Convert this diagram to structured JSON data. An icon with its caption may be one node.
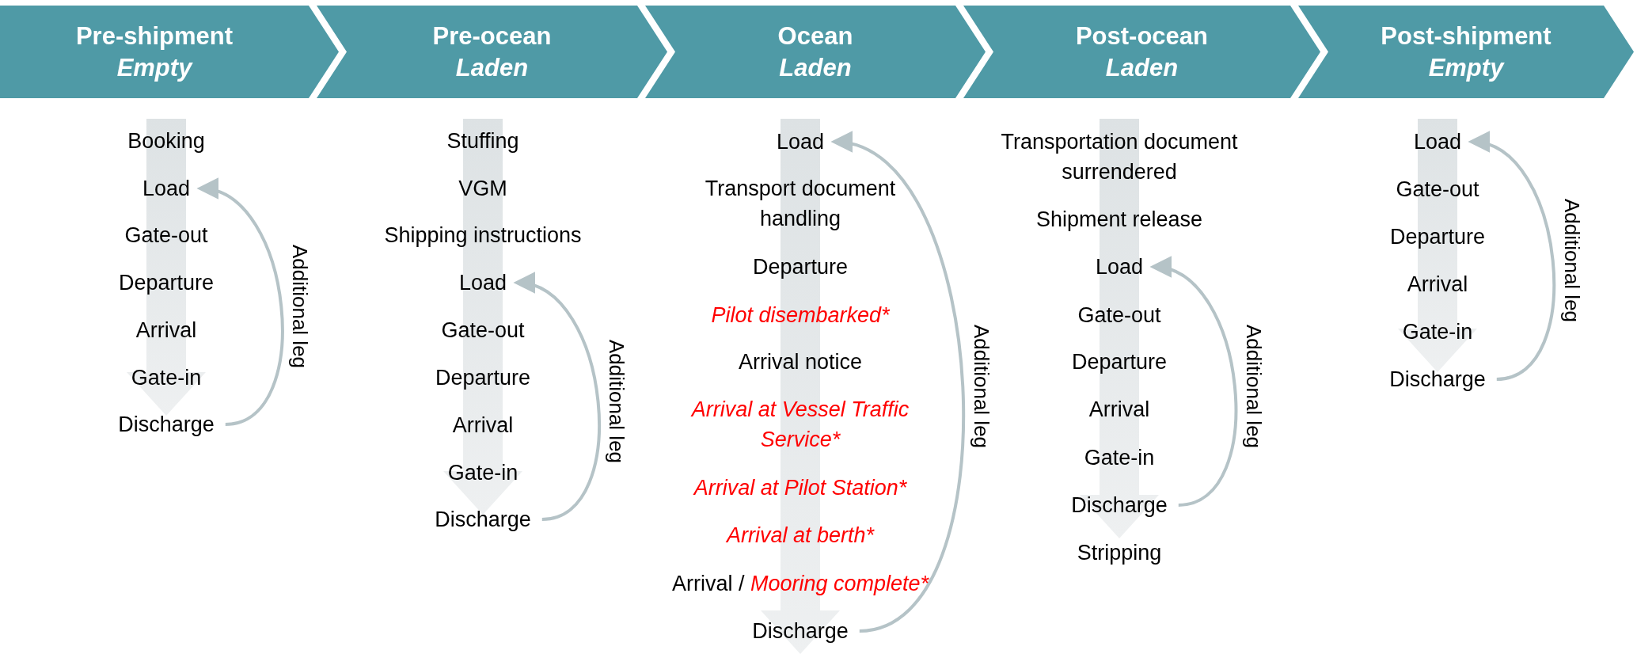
{
  "diagram": {
    "nodes": [
      {
        "text": [
          "Pre-shipment",
          "Empty"
        ]
      },
      {
        "text": [
          "Pre-ocean",
          "Laden"
        ]
      },
      {
        "text": [
          "Ocean",
          "Laden"
        ]
      },
      {
        "text": [
          "Post-ocean",
          "Laden"
        ]
      },
      {
        "text": [
          "Post-shipment",
          "Empty"
        ]
      },
      {
        "text": [
          "Booking"
        ]
      },
      {
        "text": [
          "Load"
        ]
      },
      {
        "text": [
          "Gate-out"
        ]
      },
      {
        "text": [
          "Departure"
        ]
      },
      {
        "text": [
          "Arrival"
        ]
      },
      {
        "text": [
          "Gate-in"
        ]
      },
      {
        "text": [
          "Discharge"
        ]
      },
      {
        "text": [
          "Stuffing"
        ]
      },
      {
        "text": [
          "VGM"
        ]
      },
      {
        "text": [
          "Shipping instructions"
        ]
      },
      {
        "text": [
          "Load"
        ]
      },
      {
        "text": [
          "Gate-out"
        ]
      },
      {
        "text": [
          "Departure"
        ]
      },
      {
        "text": [
          "Arrival"
        ]
      },
      {
        "text": [
          "Gate-in"
        ]
      },
      {
        "text": [
          "Discharge"
        ]
      },
      {
        "text": [
          "Load"
        ]
      },
      {
        "text": [
          "Transport document handling"
        ]
      },
      {
        "text": [
          "Departure"
        ]
      },
      {
        "text": [
          "Pilot disembarked*"
        ]
      },
      {
        "text": [
          "Arrival notice"
        ]
      },
      {
        "text": [
          "Arrival at Vessel Traffic Service*"
        ]
      },
      {
        "text": [
          "Arrival at Pilot Station*"
        ]
      },
      {
        "text": [
          "Arrival at berth*"
        ]
      },
      {
        "text": [
          "Arrival /",
          "Mooring complete*"
        ]
      },
      {
        "text": [
          "Discharge"
        ]
      },
      {
        "text": [
          "Transportation document surrendered"
        ]
      },
      {
        "text": [
          "Shipment release"
        ]
      },
      {
        "text": [
          "Load"
        ]
      },
      {
        "text": [
          "Gate-out"
        ]
      },
      {
        "text": [
          "Departure"
        ]
      },
      {
        "text": [
          "Arrival"
        ]
      },
      {
        "text": [
          "Gate-in"
        ]
      },
      {
        "text": [
          "Discharge"
        ]
      },
      {
        "text": [
          "Stripping"
        ]
      },
      {
        "text": [
          "Load"
        ]
      },
      {
        "text": [
          "Gate-out"
        ]
      },
      {
        "text": [
          "Departure"
        ]
      },
      {
        "text": [
          "Arrival"
        ]
      },
      {
        "text": [
          "Gate-in"
        ]
      },
      {
        "text": [
          "Discharge"
        ]
      }
    ],
    "edges": [
      {
        "from": 11,
        "to": 6,
        "arrow": "to",
        "label": "Additional leg"
      },
      {
        "from": 20,
        "to": 15,
        "arrow": "to",
        "label": "Additional leg"
      },
      {
        "from": 30,
        "to": 21,
        "arrow": "to",
        "label": "Additional leg"
      },
      {
        "from": 38,
        "to": 33,
        "arrow": "to",
        "label": "Additional leg"
      },
      {
        "from": 45,
        "to": 40,
        "arrow": "to",
        "label": "Additional leg"
      }
    ]
  }
}
